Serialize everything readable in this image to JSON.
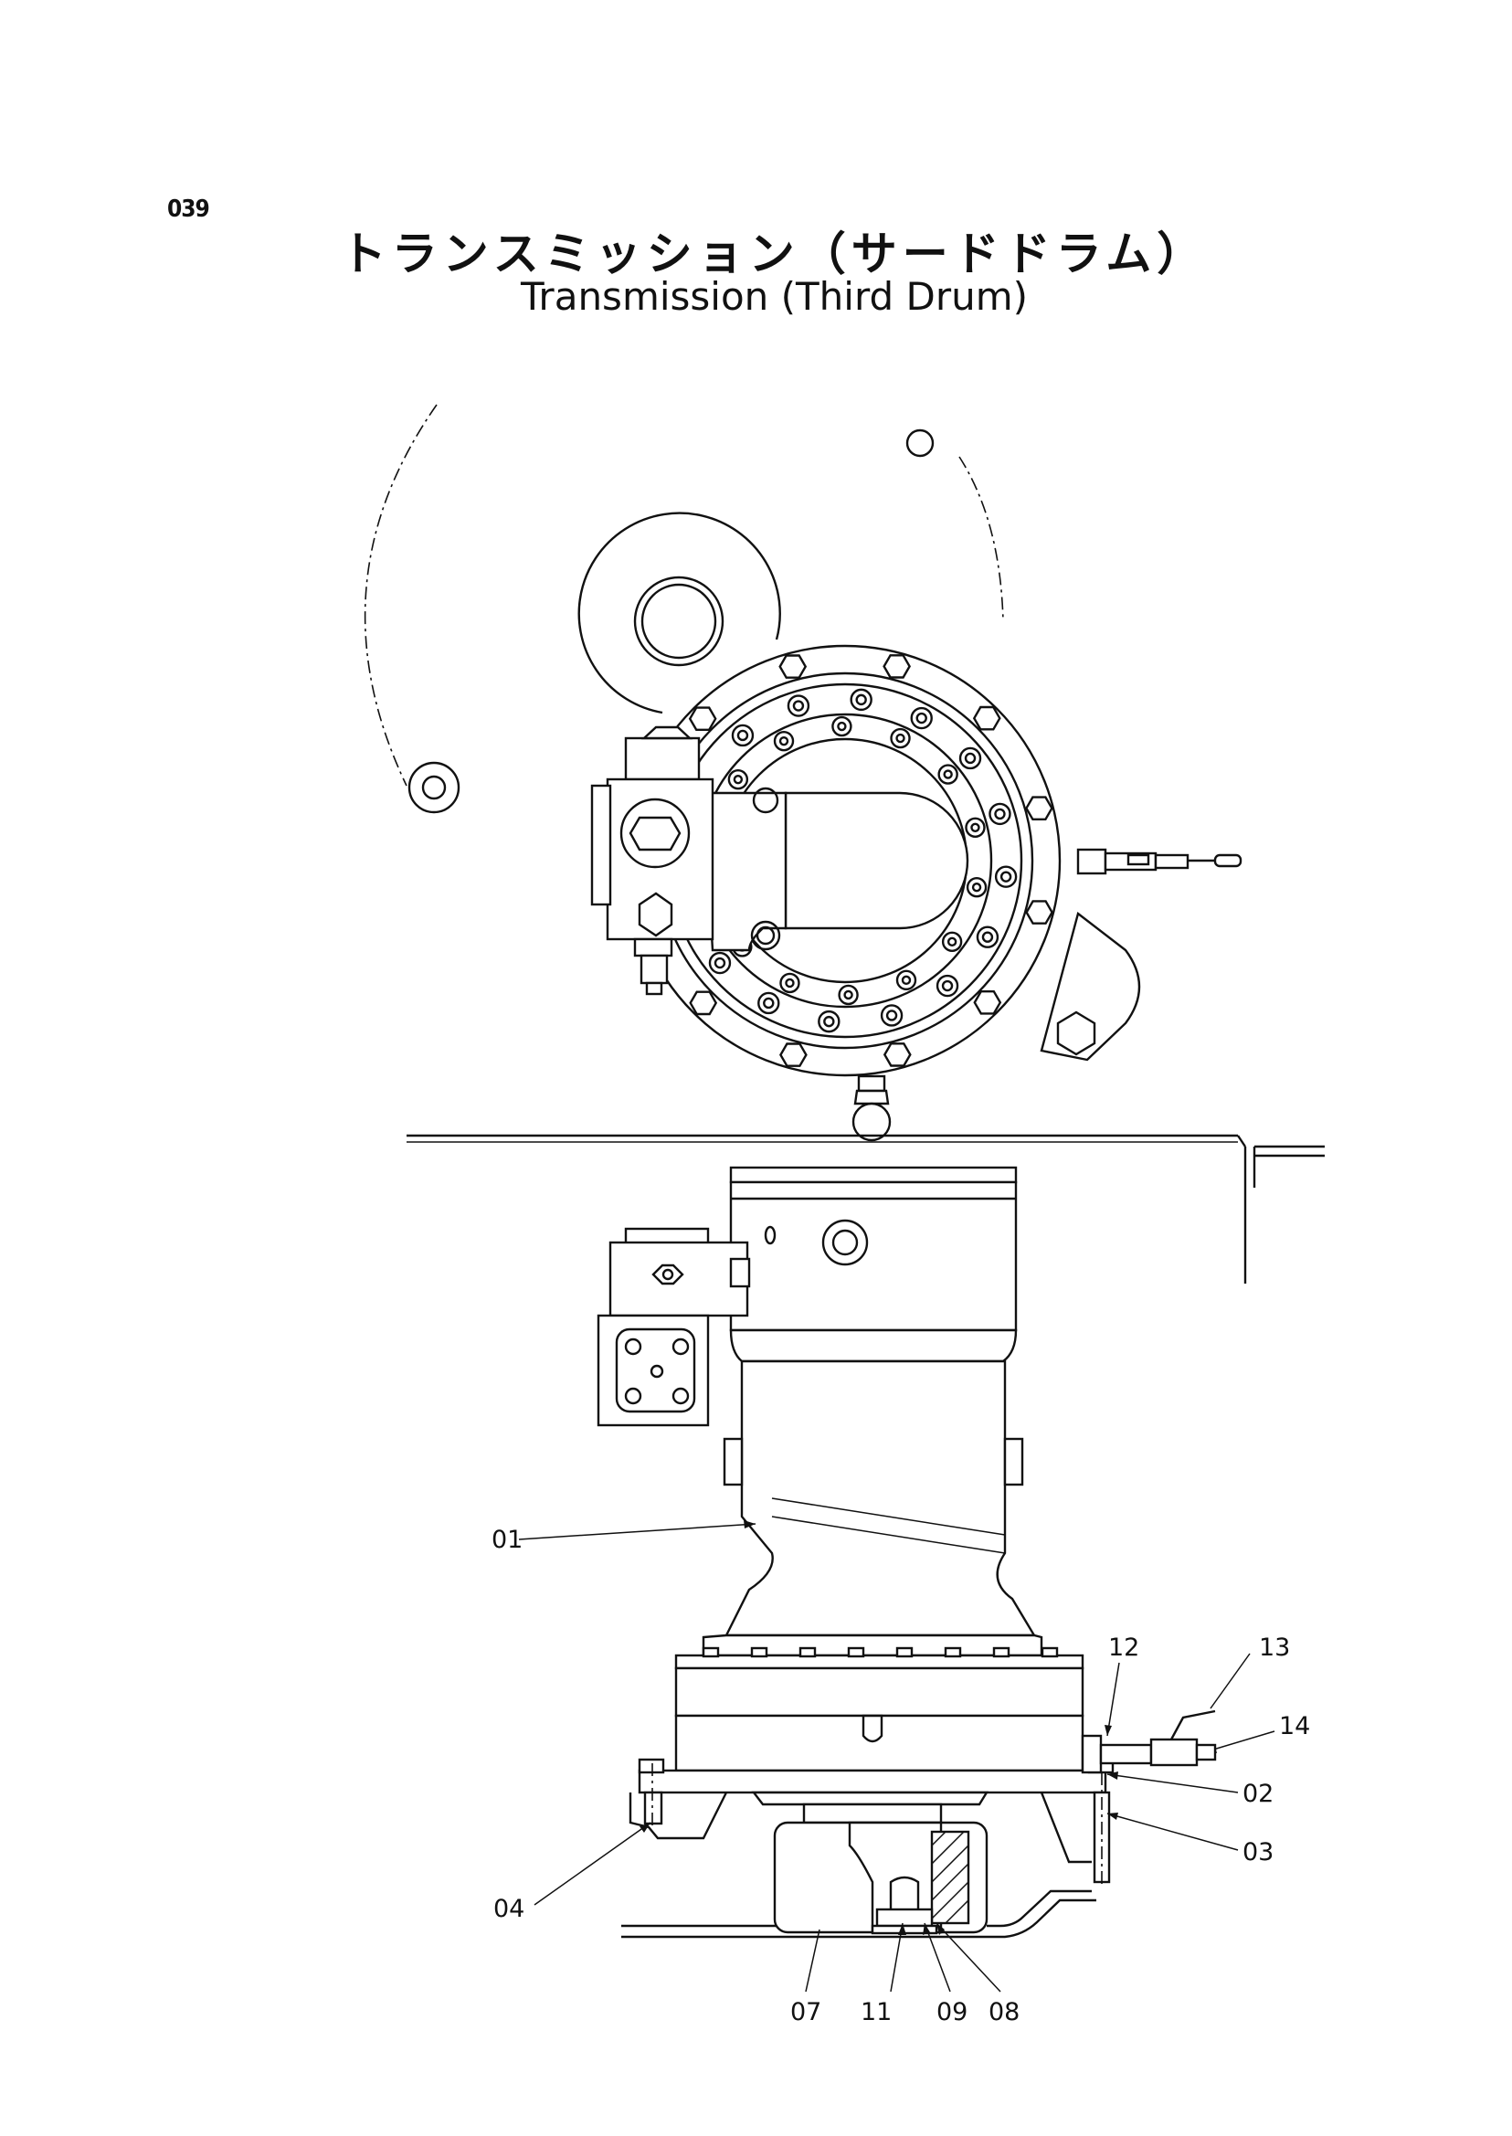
{
  "header": {
    "page_number": "039",
    "title_ja": "トランスミッション（サードドラム）",
    "title_en": "Transmission (Third Drum)"
  },
  "callouts": [
    {
      "id": "01",
      "label": "01"
    },
    {
      "id": "02",
      "label": "02"
    },
    {
      "id": "03",
      "label": "03"
    },
    {
      "id": "04",
      "label": "04"
    },
    {
      "id": "07",
      "label": "07"
    },
    {
      "id": "08",
      "label": "08"
    },
    {
      "id": "09",
      "label": "09"
    },
    {
      "id": "11",
      "label": "11"
    },
    {
      "id": "12",
      "label": "12"
    },
    {
      "id": "13",
      "label": "13"
    },
    {
      "id": "14",
      "label": "14"
    }
  ]
}
